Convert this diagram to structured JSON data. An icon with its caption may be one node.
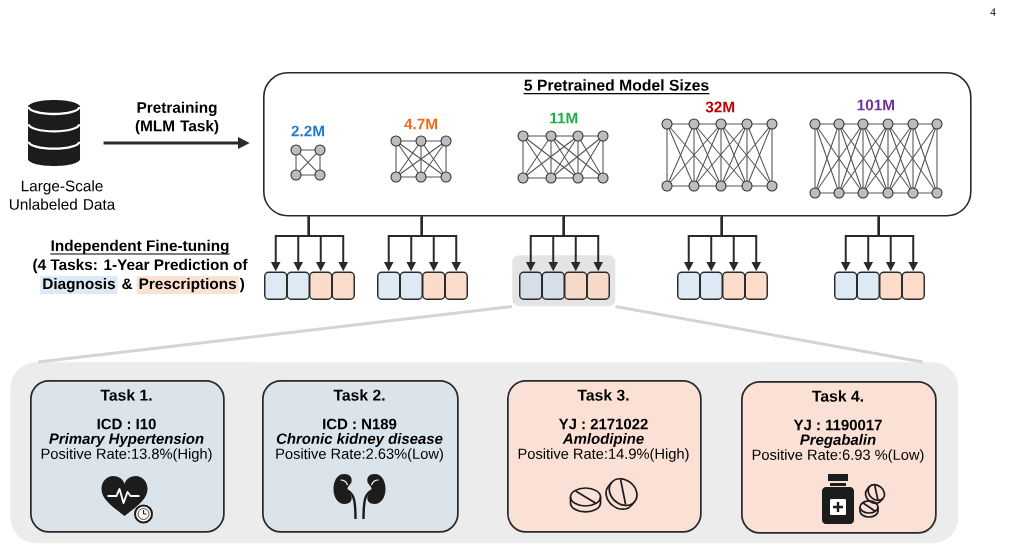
{
  "diagram": {
    "nodes": [
      {
        "text": [],
        "shape": "cylinder",
        "beside": [
          "Large-Scale Unlabeled Data"
        ]
      },
      {
        "text": [
          "5 Pretrained Model Sizes"
        ]
      },
      {
        "text": [
          "2.2M"
        ],
        "in": 1
      },
      {
        "text": [
          "4.7M"
        ],
        "in": 1
      },
      {
        "text": [
          "11M"
        ],
        "in": 1
      },
      {
        "text": [
          "32M"
        ],
        "in": 1
      },
      {
        "text": [
          "101M"
        ],
        "in": 1
      },
      {
        "text": [],
        "shape": "box"
      },
      {
        "text": [],
        "shape": "box"
      },
      {
        "text": [],
        "shape": "box"
      },
      {
        "text": [],
        "shape": "box"
      },
      {
        "text": [],
        "shape": "box"
      },
      {
        "text": [],
        "shape": "box"
      },
      {
        "text": [],
        "shape": "box"
      },
      {
        "text": [],
        "shape": "box"
      },
      {
        "text": [],
        "shape": "box"
      },
      {
        "text": [],
        "shape": "box",
        "in": 15
      },
      {
        "text": [],
        "shape": "box",
        "in": 15
      },
      {
        "text": [],
        "shape": "box",
        "in": 15
      },
      {
        "text": [],
        "shape": "box",
        "in": 15
      },
      {
        "text": [],
        "shape": "box"
      },
      {
        "text": [],
        "shape": "box"
      },
      {
        "text": [],
        "shape": "box"
      },
      {
        "text": [],
        "shape": "box"
      },
      {
        "text": [],
        "shape": "box"
      },
      {
        "text": [],
        "shape": "box"
      },
      {
        "text": [],
        "shape": "box"
      },
      {
        "text": [],
        "shape": "box"
      },
      {
        "text": [],
        "shape": "box"
      },
      {
        "text": [
          "Task 1.",
          "ICD : I10",
          "Primary Hypertension",
          "Positive Rate:13.8%(High)"
        ],
        "in": 28
      },
      {
        "text": [
          "Task 2.",
          "ICD : N189",
          "Chronic kidney disease",
          "Positive Rate:2.63%(Low)"
        ],
        "in": 28
      },
      {
        "text": [
          "Task 3.",
          "YJ : 2171022",
          "Amlodipine",
          "Positive Rate:14.9%(High)"
        ],
        "in": 28
      },
      {
        "text": [
          "Task 4.",
          "YJ : 1190017",
          "Pregabalin",
          "Positive Rate:6.93 %(Low)"
        ],
        "in": 28
      }
    ],
    "edges": [
      {
        "from": 0,
        "to": 1,
        "arrow": "to",
        "label": "Pretraining (MLM Task)"
      },
      {
        "from": 1,
        "to": 7,
        "arrow": "to"
      },
      {
        "from": 1,
        "to": 8,
        "arrow": "to"
      },
      {
        "from": 1,
        "to": 9,
        "arrow": "to"
      },
      {
        "from": 1,
        "to": 10,
        "arrow": "to"
      },
      {
        "from": 1,
        "to": 11,
        "arrow": "to"
      },
      {
        "from": 1,
        "to": 12,
        "arrow": "to"
      },
      {
        "from": 1,
        "to": 13,
        "arrow": "to"
      },
      {
        "from": 1,
        "to": 14,
        "arrow": "to"
      },
      {
        "from": 1,
        "to": 16,
        "arrow": "to"
      },
      {
        "from": 1,
        "to": 17,
        "arrow": "to"
      },
      {
        "from": 1,
        "to": 18,
        "arrow": "to"
      },
      {
        "from": 1,
        "to": 19,
        "arrow": "to"
      },
      {
        "from": 1,
        "to": 20,
        "arrow": "to"
      },
      {
        "from": 1,
        "to": 21,
        "arrow": "to"
      },
      {
        "from": 1,
        "to": 22,
        "arrow": "to"
      },
      {
        "from": 1,
        "to": 23,
        "arrow": "to"
      },
      {
        "from": 1,
        "to": 24,
        "arrow": "to"
      },
      {
        "from": 1,
        "to": 25,
        "arrow": "to"
      },
      {
        "from": 1,
        "to": 26,
        "arrow": "to"
      },
      {
        "from": 1,
        "to": 27,
        "arrow": "to"
      },
      {
        "from": 15,
        "to": 28,
        "arrow": "none",
        "color": "#d4d4d4"
      },
      {
        "from": 15,
        "to": 28,
        "arrow": "none",
        "color": "#d4d4d4"
      }
    ],
    "labels": [
      "4",
      "Independent Fine-tuning",
      "(4 Tasks: 1-Year Prediction of",
      "&",
      ")"
    ],
    "legend": [
      {
        "text": "Diagnosis",
        "color": "#dde9f4"
      },
      {
        "text": "Prescriptions",
        "color": "#fde2d4"
      }
    ]
  }
}
